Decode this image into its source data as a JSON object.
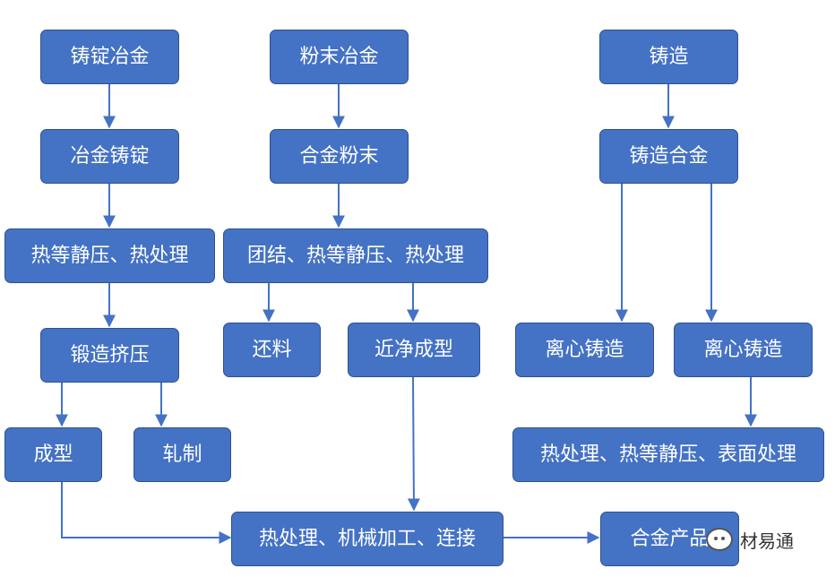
{
  "colors": {
    "box_fill": "#4472C4",
    "box_border": "#2F528F",
    "arrow": "#4472C4",
    "text": "#FFFFFF"
  },
  "nodes": {
    "ingot_metallurgy": "铸锭冶金",
    "powder_metallurgy": "粉末冶金",
    "casting": "铸造",
    "alloy_ingot": "冶金铸锭",
    "alloy_powder": "合金粉末",
    "cast_alloy": "铸造合金",
    "hip_heat_treatment": "热等静压、热处理",
    "consolidation_hip_heat": "团结、热等静压、热处理",
    "forging_extrusion": "锻造挤压",
    "recycle_material": "还料",
    "near_net_shape": "近净成型",
    "centrifugal_casting_1": "离心铸造",
    "centrifugal_casting_2": "离心铸造",
    "forming": "成型",
    "rolling": "轧制",
    "heat_hip_surface": "热处理、热等静压、表面处理",
    "heat_machining_joining": "热处理、机械加工、连接",
    "alloy_product": "合金产品"
  },
  "watermark": {
    "icon": "wechat-icon",
    "text": "材易通"
  }
}
